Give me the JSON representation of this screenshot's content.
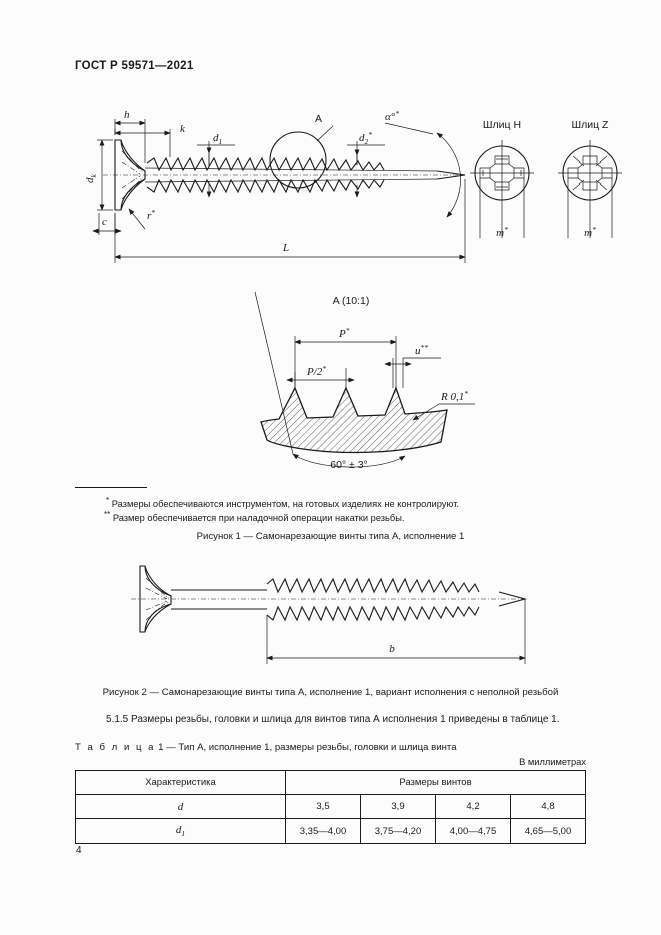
{
  "header": {
    "standard": "ГОСТ Р 59571—2021"
  },
  "page_number": "4",
  "figure1": {
    "labels": {
      "h": "h",
      "k": "k",
      "d1": "d",
      "d1_sub": "1",
      "d2": "d",
      "d2_sub": "2",
      "d2_sup": "*",
      "dk": "d",
      "dk_sub": "k",
      "c": "c",
      "L": "L",
      "r": "r",
      "r_sup": "*",
      "alpha": "α°",
      "alpha_sup": "*",
      "detail_callout": "A"
    },
    "slot_h_title": "Шлиц H",
    "slot_z_title": "Шлиц Z",
    "m_label": "m",
    "m_sup": "*",
    "caption": "Рисунок 1 — Самонарезающие винты типа А, исполнение 1"
  },
  "detail_a": {
    "title": "A (10:1)",
    "labels": {
      "P": "P",
      "P_sup": "*",
      "P_half": "P/2",
      "P_half_sup": "*",
      "u": "u",
      "u_sup": "**",
      "R": "R 0,1",
      "R_sup": "*",
      "angle": "60° ± 3°"
    }
  },
  "footnotes": [
    {
      "mark": "*",
      "text": "Размеры обеспечиваются инструментом, на готовых изделиях не контролируют."
    },
    {
      "mark": "**",
      "text": "Размер обеспечивается при наладочной операции накатки резьбы."
    }
  ],
  "figure2": {
    "label_b": "b",
    "caption": "Рисунок 2 — Самонарезающие винты типа А, исполнение 1, вариант исполнения с неполной резьбой"
  },
  "clause": {
    "text": "5.1.5 Размеры резьбы, головки и шлица для винтов типа А исполнения 1 приведены в таблице 1."
  },
  "table": {
    "title_word": "Т а б л и ц а",
    "title_rest": "1 — Тип А, исполнение 1, размеры резьбы, головки и шлица винта",
    "units": "В миллиметрах",
    "header": {
      "characteristic": "Характеристика",
      "sizes": "Размеры винтов"
    },
    "rows": [
      {
        "name": "d",
        "sub": "",
        "values": [
          "3,5",
          "3,9",
          "4,2",
          "4,8"
        ]
      },
      {
        "name": "d",
        "sub": "1",
        "values": [
          "3,35—4,00",
          "3,75—4,20",
          "4,00—4,75",
          "4,65—5,00"
        ]
      }
    ]
  },
  "colors": {
    "ink": "#1a1a1a",
    "paper": "#fcfcfc",
    "metal": "#f2f2f2"
  }
}
